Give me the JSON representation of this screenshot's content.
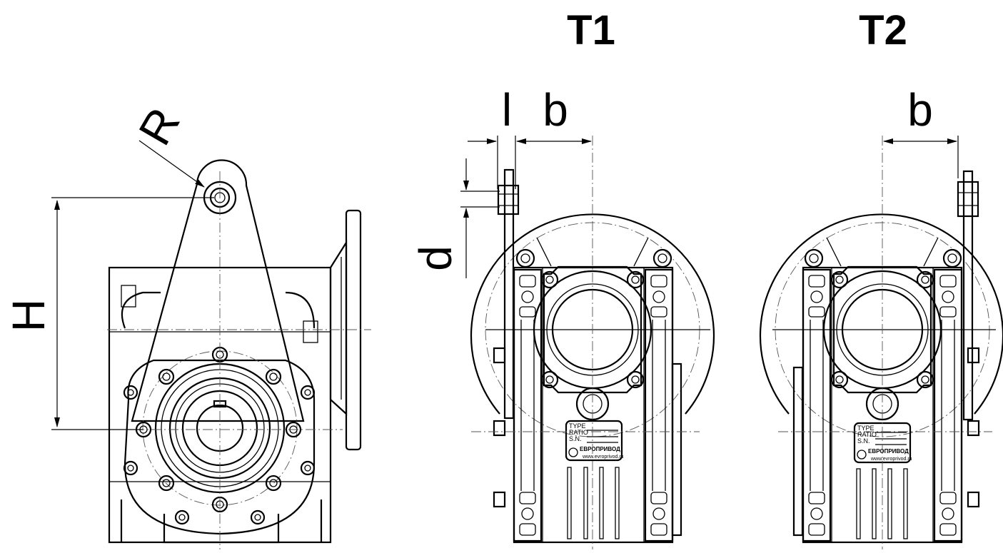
{
  "views": {
    "t1": {
      "title": "T1",
      "dim_l": "l",
      "dim_b": "b",
      "dim_d": "d"
    },
    "t2": {
      "title": "T2",
      "dim_b": "b"
    }
  },
  "side_view": {
    "dim_r": "R",
    "dim_h": "H"
  },
  "nameplate": {
    "type_label": "TYPE",
    "ratio_label": "RATIO",
    "sn_label": "S.N.",
    "brand": "ЕВРОПРИВОД",
    "website": "www.evroprivod.ru"
  }
}
